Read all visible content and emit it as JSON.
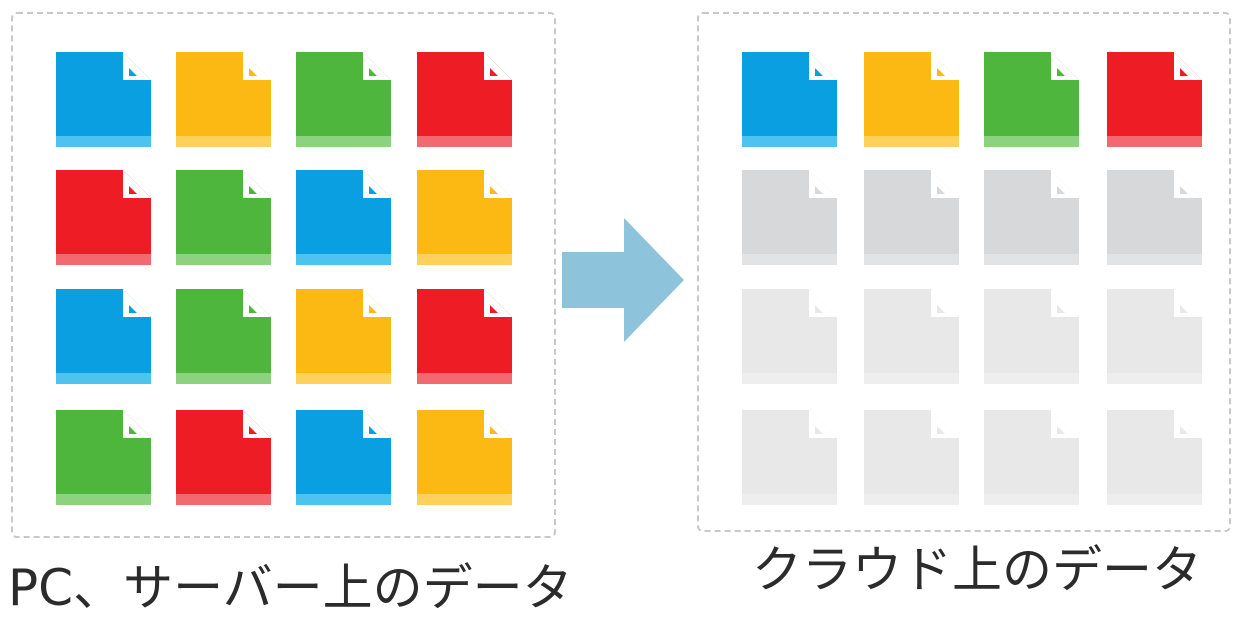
{
  "left": {
    "caption": "PC、サーバー上のデータ",
    "grid": [
      [
        "blue",
        "yellow",
        "green",
        "red"
      ],
      [
        "red",
        "green",
        "blue",
        "yellow"
      ],
      [
        "blue",
        "green",
        "yellow",
        "red"
      ],
      [
        "green",
        "red",
        "blue",
        "yellow"
      ]
    ]
  },
  "right": {
    "caption": "クラウド上のデータ",
    "grid": [
      [
        "blue",
        "yellow",
        "green",
        "red"
      ],
      [
        "gray",
        "gray",
        "gray",
        "gray"
      ],
      [
        "lightgray",
        "lightgray",
        "lightgray",
        "lightgray"
      ],
      [
        "lightgray",
        "lightgray",
        "lightgray",
        "lightgray"
      ]
    ]
  },
  "arrow_icon": "right-arrow-icon",
  "doc_icon": "document-icon",
  "colors": {
    "blue": {
      "body": "#0a9fe0",
      "band": "#4fc3f0",
      "fold": "#ffffff",
      "mark": "#0a9fe0"
    },
    "yellow": {
      "body": "#fdb913",
      "band": "#fed15a",
      "fold": "#ffffff",
      "mark": "#fdb913"
    },
    "green": {
      "body": "#4fb63d",
      "band": "#8dd27f",
      "fold": "#ffffff",
      "mark": "#4fb63d"
    },
    "red": {
      "body": "#ee1c25",
      "band": "#f26a70",
      "fold": "#ffffff",
      "mark": "#ee1c25"
    },
    "gray": {
      "body": "#d7d8da",
      "band": "#e2e3e5",
      "fold": "#ffffff",
      "mark": "#d7d8da"
    },
    "lightgray": {
      "body": "#e8e8e9",
      "band": "#eeeeef",
      "fold": "#ffffff",
      "mark": "#e8e8e9"
    },
    "arrow": "#8ec3dc"
  }
}
